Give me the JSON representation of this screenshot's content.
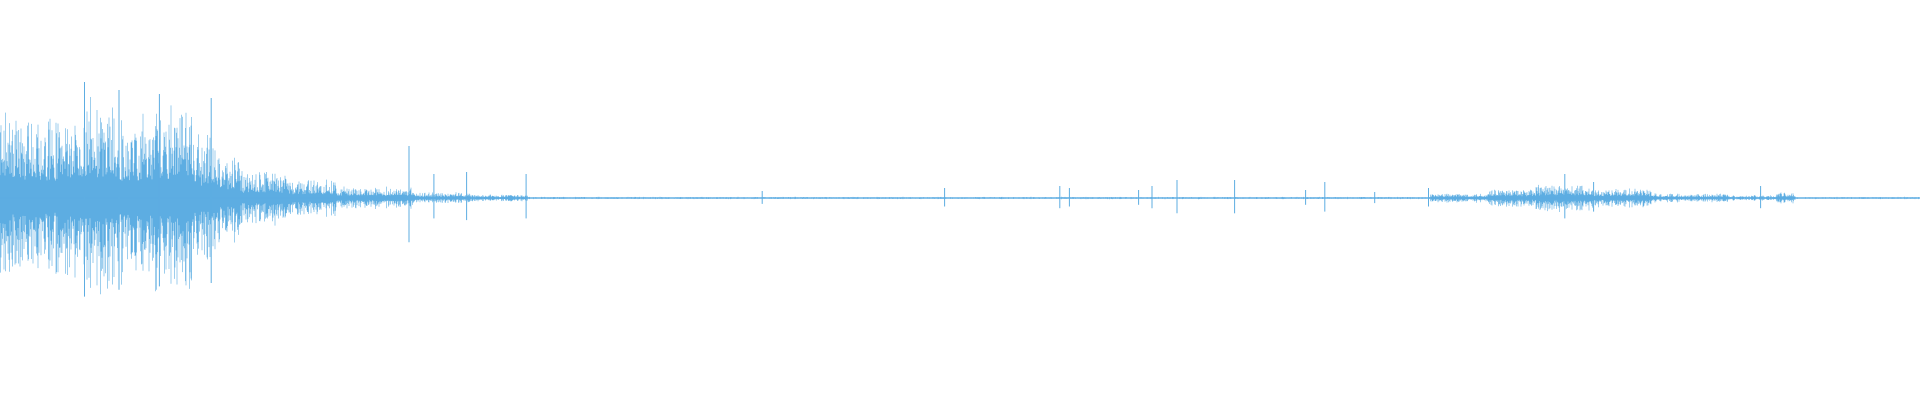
{
  "waveform": {
    "color": "#5DADE2",
    "background": "#FFFFFF",
    "description_kind": "audio-waveform",
    "envelope_segments": [
      {
        "t0": 0.0,
        "t1": 0.006,
        "amp": 0.5
      },
      {
        "t0": 0.006,
        "t1": 0.03,
        "amp": 0.42
      },
      {
        "t0": 0.03,
        "t1": 0.046,
        "amp": 0.48
      },
      {
        "t0": 0.046,
        "t1": 0.062,
        "amp": 0.52
      },
      {
        "t0": 0.062,
        "t1": 0.08,
        "amp": 0.44
      },
      {
        "t0": 0.08,
        "t1": 0.1,
        "amp": 0.5
      },
      {
        "t0": 0.1,
        "t1": 0.112,
        "amp": 0.34
      },
      {
        "t0": 0.112,
        "t1": 0.125,
        "amp": 0.24
      },
      {
        "t0": 0.125,
        "t1": 0.15,
        "amp": 0.14
      },
      {
        "t0": 0.15,
        "t1": 0.175,
        "amp": 0.1
      },
      {
        "t0": 0.175,
        "t1": 0.215,
        "amp": 0.06
      },
      {
        "t0": 0.215,
        "t1": 0.245,
        "amp": 0.03
      },
      {
        "t0": 0.245,
        "t1": 0.275,
        "amp": 0.018
      },
      {
        "t0": 0.275,
        "t1": 0.745,
        "amp": 0.006
      },
      {
        "t0": 0.745,
        "t1": 0.775,
        "amp": 0.025
      },
      {
        "t0": 0.775,
        "t1": 0.8,
        "amp": 0.05
      },
      {
        "t0": 0.8,
        "t1": 0.83,
        "amp": 0.07
      },
      {
        "t0": 0.83,
        "t1": 0.86,
        "amp": 0.05
      },
      {
        "t0": 0.86,
        "t1": 0.9,
        "amp": 0.025
      },
      {
        "t0": 0.9,
        "t1": 0.925,
        "amp": 0.015
      },
      {
        "t0": 0.925,
        "t1": 0.935,
        "amp": 0.03
      },
      {
        "t0": 0.935,
        "t1": 1.0,
        "amp": 0.006
      }
    ],
    "spikes": [
      {
        "t": 0.044,
        "amp": 0.58
      },
      {
        "t": 0.062,
        "amp": 0.54
      },
      {
        "t": 0.083,
        "amp": 0.52
      },
      {
        "t": 0.11,
        "amp": 0.5
      },
      {
        "t": 0.213,
        "amp": 0.26
      },
      {
        "t": 0.226,
        "amp": 0.12
      },
      {
        "t": 0.243,
        "amp": 0.13
      },
      {
        "t": 0.274,
        "amp": 0.12
      },
      {
        "t": 0.397,
        "amp": 0.035
      },
      {
        "t": 0.492,
        "amp": 0.05
      },
      {
        "t": 0.552,
        "amp": 0.06
      },
      {
        "t": 0.557,
        "amp": 0.05
      },
      {
        "t": 0.593,
        "amp": 0.04
      },
      {
        "t": 0.6,
        "amp": 0.06
      },
      {
        "t": 0.613,
        "amp": 0.09
      },
      {
        "t": 0.643,
        "amp": 0.09
      },
      {
        "t": 0.68,
        "amp": 0.04
      },
      {
        "t": 0.69,
        "amp": 0.08
      },
      {
        "t": 0.716,
        "amp": 0.03
      },
      {
        "t": 0.744,
        "amp": 0.05
      },
      {
        "t": 0.815,
        "amp": 0.12
      },
      {
        "t": 0.83,
        "amp": 0.08
      },
      {
        "t": 0.917,
        "amp": 0.06
      }
    ]
  }
}
